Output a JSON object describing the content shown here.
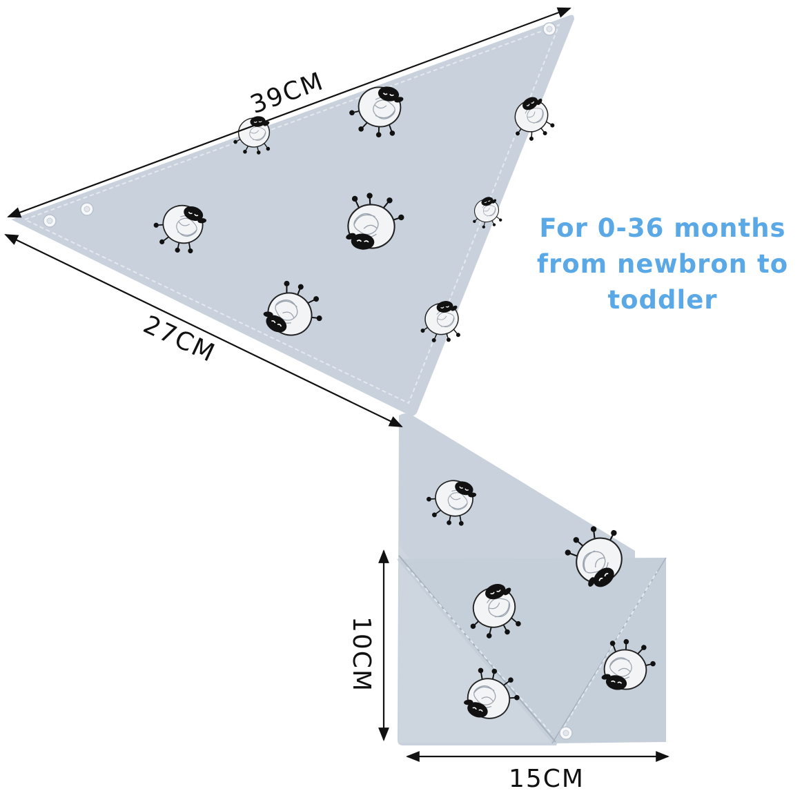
{
  "measurements": {
    "top_edge": "39CM",
    "side_edge": "27CM",
    "folded_height": "10CM",
    "folded_width": "15CM"
  },
  "tagline": {
    "line1": "For 0-36 months",
    "line2": "from newbron to",
    "line3": "toddler"
  },
  "colors": {
    "fabric": "#c9d2dc",
    "stitch": "#e4e9ef",
    "arrow": "#111111",
    "tagline": "#5aa8e6",
    "sheep_wool": "#f3f4f6",
    "sheep_face": "#111111"
  },
  "icons": {
    "print": "sheep-icon",
    "fastener": "snap-button-icon"
  }
}
